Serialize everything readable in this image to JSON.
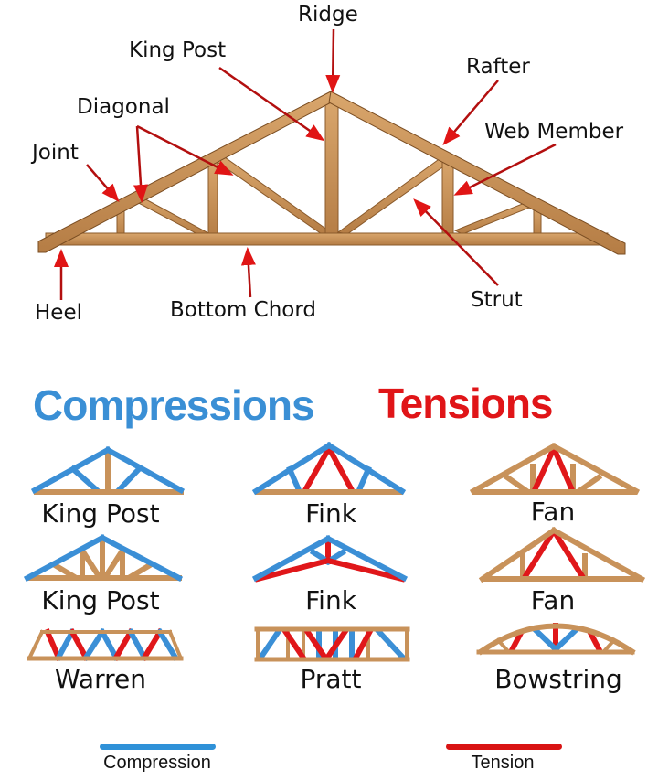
{
  "colors": {
    "wood": "#c8925a",
    "wood_dark": "#8a5a2b",
    "compression": "#3b8fd6",
    "tension": "#e0171a",
    "arrow": "#cc1111"
  },
  "main_diagram": {
    "labels": {
      "ridge": "Ridge",
      "king_post": "King Post",
      "rafter": "Rafter",
      "diagonal": "Diagonal",
      "web_member": "Web Member",
      "joint": "Joint",
      "heel": "Heel",
      "bottom_chord": "Bottom Chord",
      "strut": "Strut"
    }
  },
  "sections": {
    "compressions_title": "Compressions",
    "tensions_title": "Tensions"
  },
  "trusses": [
    {
      "name": "King Post"
    },
    {
      "name": "Fink"
    },
    {
      "name": "Fan"
    },
    {
      "name": "King Post"
    },
    {
      "name": "Fink"
    },
    {
      "name": "Fan"
    },
    {
      "name": "Warren"
    },
    {
      "name": "Pratt"
    },
    {
      "name": "Bowstring"
    }
  ],
  "legend": {
    "compression": "Compression",
    "tension": "Tension"
  }
}
